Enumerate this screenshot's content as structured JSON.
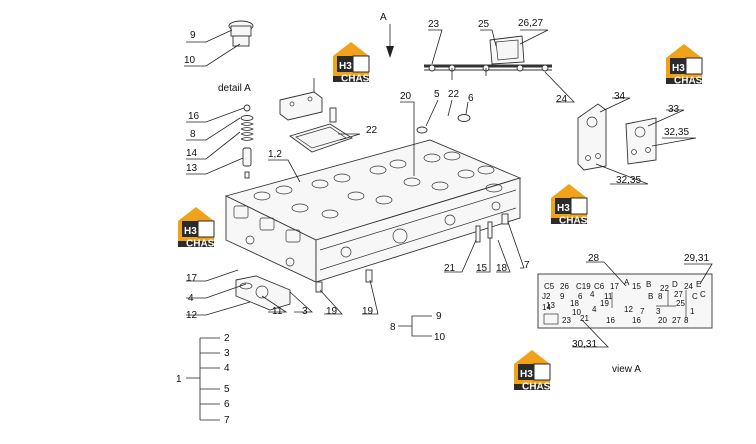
{
  "texts": {
    "detail": "detail  A",
    "view": "view  A",
    "arrow_label": "A"
  },
  "logo": {
    "main": "H3",
    "sub": "CHAS",
    "colors": {
      "orange": "#f0a21a",
      "dark": "#2b2b2b",
      "white": "#ffffff"
    }
  },
  "callouts": {
    "c9": "9",
    "c10": "10",
    "c16": "16",
    "c8": "8",
    "c14": "14",
    "c13": "13",
    "c12a": "1,2",
    "c22a": "22",
    "c20": "20",
    "c5": "5",
    "c22b": "22",
    "c6": "6",
    "c23": "23",
    "c25": "25",
    "c2627": "26,27",
    "c24": "24",
    "c34": "34",
    "c33": "33",
    "c3235a": "32,35",
    "c3235b": "32,35",
    "c17": "17",
    "c4": "4",
    "c12": "12",
    "c11": "11",
    "c3": "3",
    "c19a": "19",
    "c19b": "19",
    "c21": "21",
    "c15": "15",
    "c18": "18",
    "c7": "7",
    "c28": "28",
    "c2931": "29,31",
    "c3031": "30,31",
    "g8": "8",
    "g8_9": "9",
    "g8_10": "10",
    "g1": "1",
    "g1_2": "2",
    "g1_3": "3",
    "g1_4": "4",
    "g1_5": "5",
    "g1_6": "6",
    "g1_7": "7"
  },
  "view_labels": {
    "r1": [
      "C5",
      "26",
      "C19",
      "C6",
      "17",
      "15",
      "B",
      "22",
      "D",
      "24",
      "E"
    ],
    "r2": [
      "J2",
      "9",
      "6",
      "4",
      "11",
      "A",
      "B",
      "8",
      "27",
      "C",
      "C"
    ],
    "r3": [
      "13",
      "18",
      "19",
      "25"
    ],
    "r4": [
      "14",
      "10",
      "4",
      "12",
      "7",
      "3",
      "1"
    ],
    "r5": [
      "23",
      "21",
      "16",
      "16",
      "20",
      "27",
      "8"
    ]
  }
}
